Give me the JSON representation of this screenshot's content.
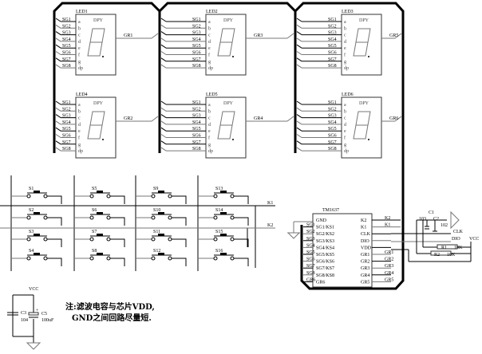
{
  "title": "TM1637 LED display and keypad schematic",
  "leds": [
    {
      "ref": "LED1",
      "grid": "GR1"
    },
    {
      "ref": "LED2",
      "grid": "GR3"
    },
    {
      "ref": "LED3",
      "grid": "GR5"
    },
    {
      "ref": "LED4",
      "grid": "GR2"
    },
    {
      "ref": "LED5",
      "grid": "GR4"
    },
    {
      "ref": "LED6",
      "grid": "GR6"
    }
  ],
  "led_label": "DPY",
  "seg_nets": [
    "SG1",
    "SG2",
    "SG3",
    "SG4",
    "SG5",
    "SG6",
    "SG7",
    "SG8"
  ],
  "seg_pins": [
    "a",
    "b",
    "c",
    "d",
    "e",
    "f",
    "g",
    "dp"
  ],
  "seg_glyph_labels": {
    "a": "a",
    "b": "b",
    "c": "c",
    "d": "d",
    "e": "e",
    "f": "f",
    "g": "g",
    "dp": "dp"
  },
  "switches": [
    "S1",
    "S2",
    "S3",
    "S4",
    "S5",
    "S6",
    "S7",
    "S8",
    "S9",
    "S10",
    "S11",
    "S12",
    "S13",
    "S14",
    "S15",
    "S16"
  ],
  "key_nets": [
    "K1",
    "K2"
  ],
  "ic": {
    "ref": "TM1637",
    "left_pins": [
      "GND",
      "SG1/KS1",
      "SG2/KS2",
      "SG3/KS3",
      "SG4/KS4",
      "SG5/KS5",
      "SG6/KS6",
      "SG7/KS7",
      "SG8/KS8",
      "GR6"
    ],
    "right_pins": [
      "K2",
      "K1",
      "CLK",
      "DIO",
      "VDD",
      "GR1",
      "GR2",
      "GR3",
      "GR4",
      "GR5"
    ],
    "left_nets": [
      "",
      "SG1",
      "SG2",
      "SG3",
      "SG4",
      "SG5",
      "SG6",
      "SG7",
      "SG8",
      "GR6"
    ],
    "right_nets": [
      "K2",
      "K1",
      "",
      "",
      "",
      "GR1",
      "GR2",
      "GR3",
      "GR4",
      "GR5"
    ]
  },
  "passives": {
    "c1": {
      "ref": "C1",
      "value": "103"
    },
    "c2": {
      "ref": "C2",
      "value": "102"
    },
    "r1": {
      "ref": "R1",
      "value": "10K"
    },
    "r2": {
      "ref": "R2",
      "value": "10K"
    },
    "c3": {
      "ref": "C3",
      "value": "104"
    },
    "c5": {
      "ref": "C5",
      "value": "100uF"
    }
  },
  "io_labels": {
    "clk": "CLK",
    "dio": "DIO",
    "vcc_right": "VCC",
    "vcc_left": "VCC",
    "polarity": "+"
  },
  "note": {
    "line1": "注:滤波电容与芯片VDD,",
    "line2": "GND之间回路尽量短."
  }
}
